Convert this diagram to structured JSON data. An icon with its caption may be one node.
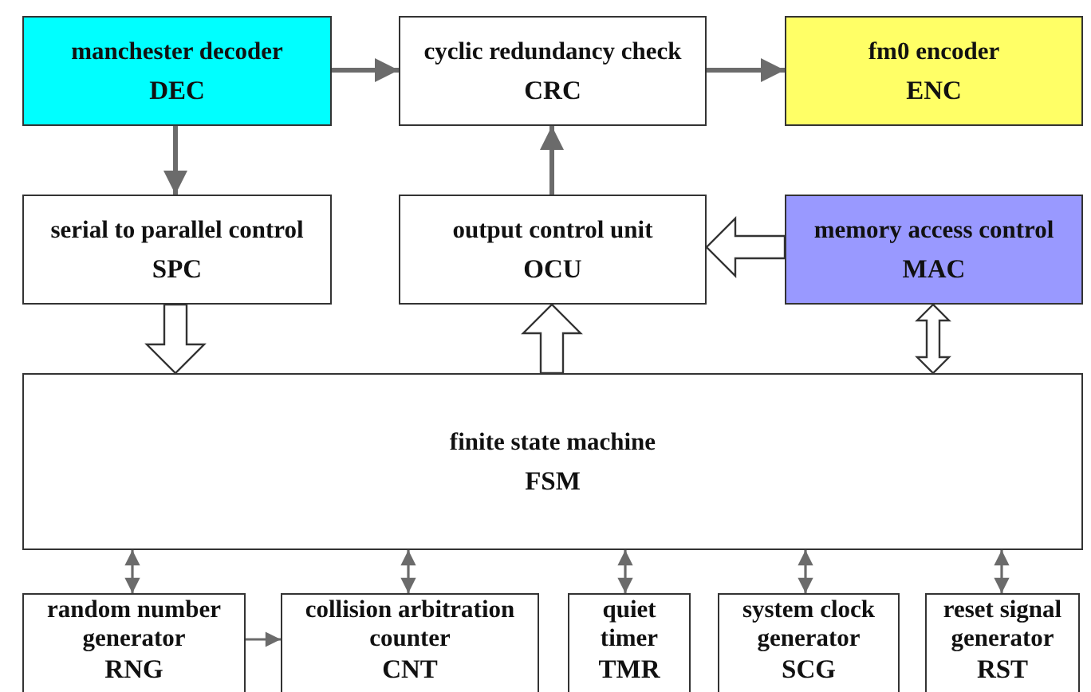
{
  "diagram": {
    "nodes": [
      {
        "text": [
          "manchester decoder",
          "DEC"
        ]
      },
      {
        "text": [
          "cyclic redundancy check",
          "CRC"
        ]
      },
      {
        "text": [
          "fm0 encoder",
          "ENC"
        ]
      },
      {
        "text": [
          "serial to parallel control",
          "SPC"
        ]
      },
      {
        "text": [
          "output control unit",
          "OCU"
        ]
      },
      {
        "text": [
          "memory access control",
          "MAC"
        ]
      },
      {
        "text": [
          "finite state machine",
          "FSM"
        ]
      },
      {
        "text": [
          "random number generator",
          "RNG"
        ]
      },
      {
        "text": [
          "collision arbitration counter",
          "CNT"
        ]
      },
      {
        "text": [
          "quiet timer",
          "TMR"
        ]
      },
      {
        "text": [
          "system clock generator",
          "SCG"
        ]
      },
      {
        "text": [
          "reset signal generator",
          "RST"
        ]
      }
    ],
    "edges": [
      {
        "from": 0,
        "to": 1,
        "arrow": "to"
      },
      {
        "from": 1,
        "to": 2,
        "arrow": "to"
      },
      {
        "from": 0,
        "to": 3,
        "arrow": "to"
      },
      {
        "from": 4,
        "to": 1,
        "arrow": "to"
      },
      {
        "from": 5,
        "to": 4,
        "arrow": "to",
        "style": "thick"
      },
      {
        "from": 3,
        "to": 6,
        "arrow": "to",
        "style": "thick"
      },
      {
        "from": 6,
        "to": 4,
        "arrow": "to",
        "style": "thick"
      },
      {
        "from": 5,
        "to": 6,
        "arrow": "both",
        "style": "thick"
      },
      {
        "from": 6,
        "to": 7,
        "arrow": "both"
      },
      {
        "from": 6,
        "to": 8,
        "arrow": "both"
      },
      {
        "from": 6,
        "to": 9,
        "arrow": "both"
      },
      {
        "from": 6,
        "to": 10,
        "arrow": "both"
      },
      {
        "from": 6,
        "to": 11,
        "arrow": "both"
      },
      {
        "from": 7,
        "to": 8,
        "arrow": "to"
      }
    ]
  }
}
